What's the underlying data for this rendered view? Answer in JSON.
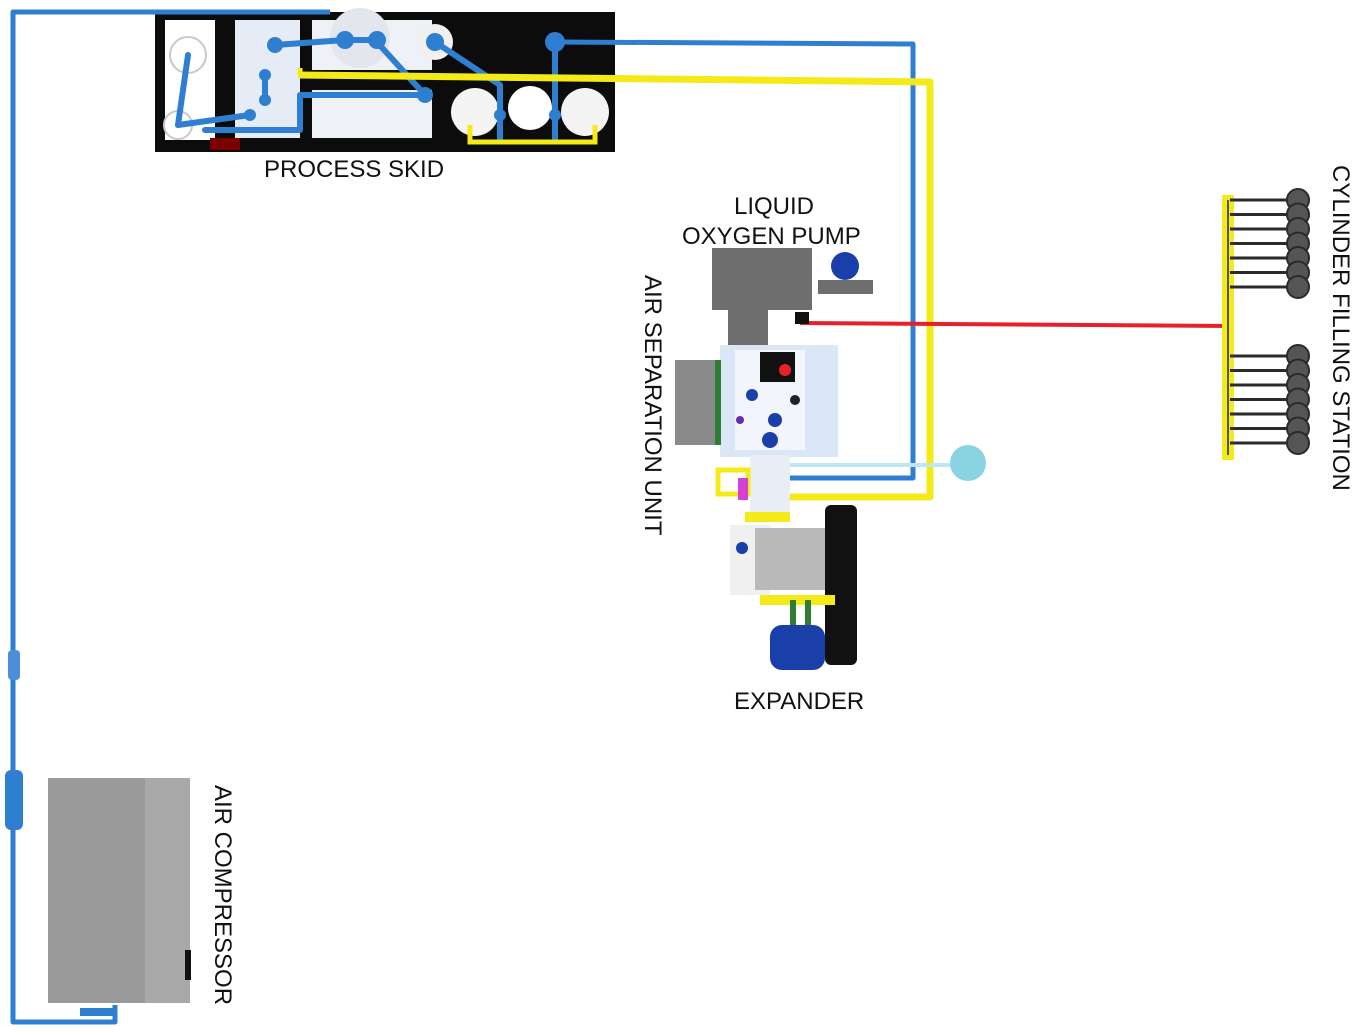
{
  "labels": {
    "process_skid": "PROCESS SKID",
    "liquid_oxygen_pump_line1": "LIQUID",
    "liquid_oxygen_pump_line2": "OXYGEN PUMP",
    "air_separation_unit": "AIR SEPARATION UNIT",
    "expander": "EXPANDER",
    "air_compressor": "AIR COMPRESSOR",
    "cylinder_filling_station": "CYLINDER  FILLING STATION"
  },
  "pipes": {
    "air": "#2f7fd1",
    "oxygen": "#f3ea17",
    "liquid_oxygen": "#e8202a",
    "nitrogen_vent": "#bfe6f2"
  },
  "cylinder_station": {
    "upper_bank_count": 7,
    "lower_bank_count": 7
  }
}
